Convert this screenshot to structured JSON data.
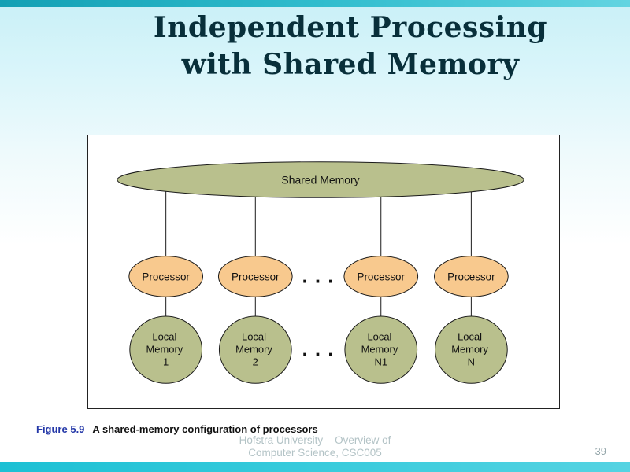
{
  "slide": {
    "title_line1": "Independent Processing",
    "title_line2": "with Shared Memory",
    "footer_line1": "Hofstra University – Overview of",
    "footer_line2": "Computer Science, CSC005",
    "page_number": "39"
  },
  "caption": {
    "label": "Figure 5.9",
    "text": "A shared-memory configuration of processors"
  },
  "diagram": {
    "shared_memory_label": "Shared Memory",
    "ellipsis": ". . .",
    "processors": [
      "Processor",
      "Processor",
      "Processor",
      "Processor"
    ],
    "local_memories": [
      {
        "line1": "Local",
        "line2": "Memory",
        "line3": "1"
      },
      {
        "line1": "Local",
        "line2": "Memory",
        "line3": "2"
      },
      {
        "line1": "Local",
        "line2": "Memory",
        "line3": "N1"
      },
      {
        "line1": "Local",
        "line2": "Memory",
        "line3": "N"
      }
    ],
    "colors": {
      "shared_memory_fill": "#b9c08d",
      "processor_fill": "#f8c98e",
      "local_memory_fill": "#b9c08d"
    }
  }
}
